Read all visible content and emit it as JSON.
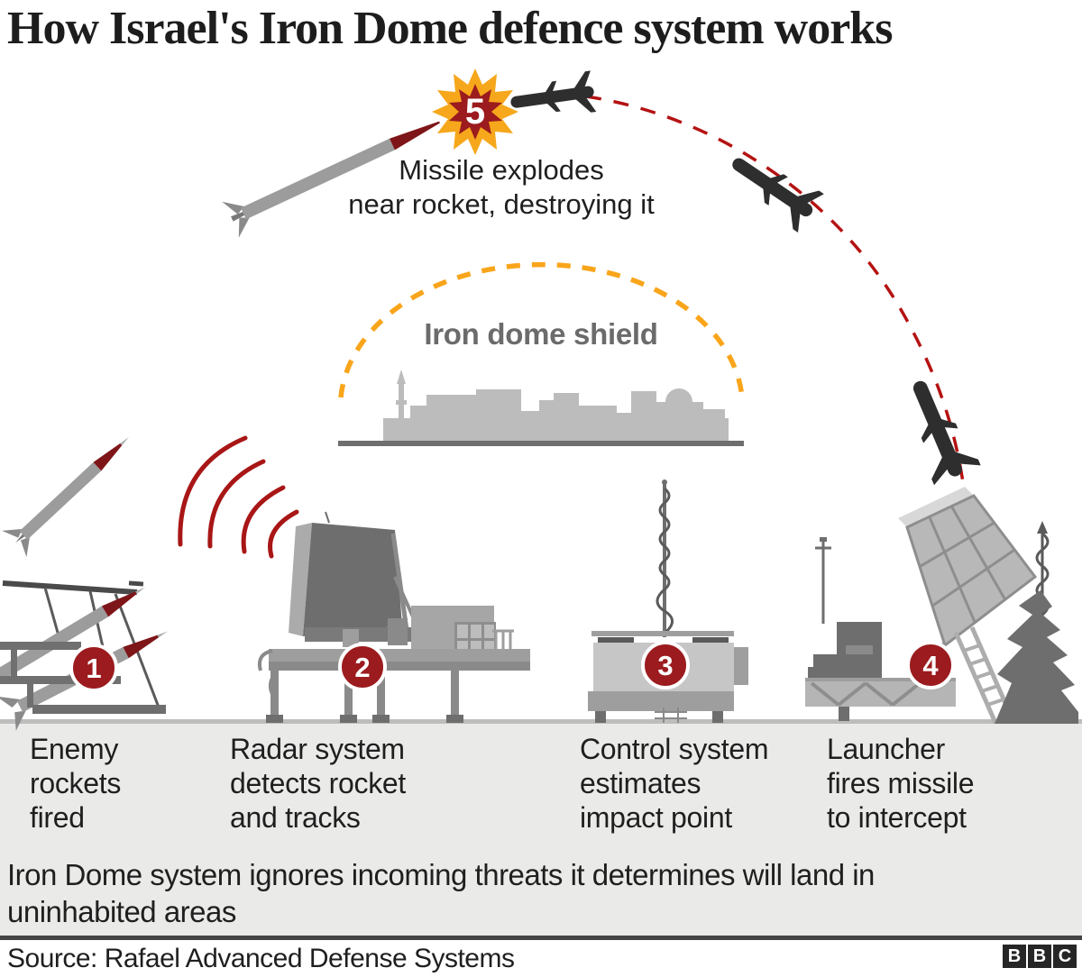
{
  "title": "How Israel's Iron Dome defence system works",
  "explosion": {
    "number": "5",
    "label": [
      "Missile explodes",
      "near rocket, destroying it"
    ]
  },
  "dome": {
    "label": "Iron dome shield"
  },
  "steps": [
    {
      "number": "1",
      "lines": [
        "Enemy",
        "rockets",
        "fired"
      ]
    },
    {
      "number": "2",
      "lines": [
        "Radar system",
        "detects rocket",
        "and tracks"
      ]
    },
    {
      "number": "3",
      "lines": [
        "Control system",
        "estimates",
        "impact point"
      ]
    },
    {
      "number": "4",
      "lines": [
        "Launcher",
        "fires missile",
        "to intercept"
      ]
    }
  ],
  "note": {
    "lines": [
      "Iron Dome system ignores incoming threats it determines will land in",
      "uninhabited areas"
    ]
  },
  "source": "Source: Rafael Advanced Defense Systems",
  "logo": {
    "letters": [
      "B",
      "B",
      "C"
    ]
  },
  "colors": {
    "badge_red": "#9b1b1e",
    "rocket_nose_red": "#7e1518",
    "radar_wave_red": "#a81616",
    "trajectory_red": "#b51212",
    "dome_orange": "#f9a51b",
    "explosion_outer": "#f6a71c",
    "explosion_inner": "#9b1b1e",
    "missile_dark": "#2e2e2e",
    "equipment_gray": "#8e8e8e",
    "skyline_gray": "#bcbcbc",
    "ground_band": "#eaeae9",
    "divider_dark": "#454545",
    "logo_dark": "#262626"
  }
}
